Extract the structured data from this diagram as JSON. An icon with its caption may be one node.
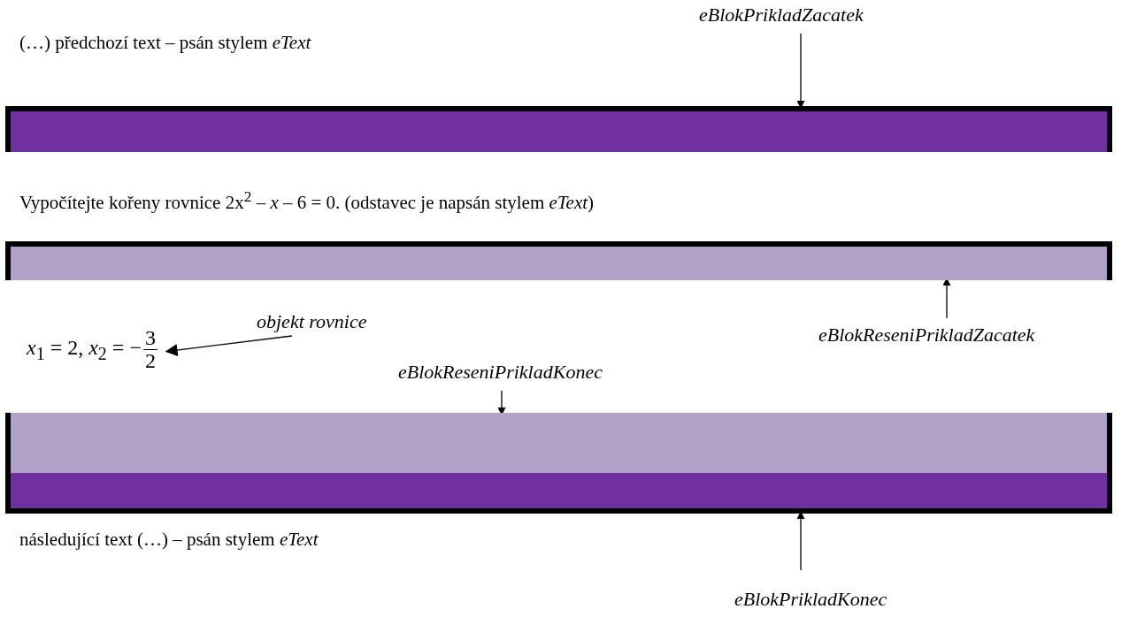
{
  "diagram": {
    "nodes": [
      {
        "text": [
          "eBlokPrikladZacatek"
        ]
      },
      {
        "text": [],
        "shape": "bar"
      },
      {
        "text": [],
        "shape": "bar"
      },
      {
        "text": [
          "eBlokReseniPrikladZacatek"
        ]
      },
      {
        "text": [
          "objekt rovnice"
        ]
      },
      {
        "text": [
          "*x*$_{1}$ = 2, *x*$_{2}$ = −",
          "3",
          "2"
        ]
      },
      {
        "text": [
          "eBlokReseniPrikladKonec"
        ]
      },
      {
        "text": [],
        "shape": "bar"
      },
      {
        "text": [],
        "shape": "bar"
      },
      {
        "text": [
          "eBlokPrikladKonec"
        ]
      }
    ],
    "edges": [
      {
        "from": 0,
        "to": 1,
        "arrow": "to"
      },
      {
        "from": 3,
        "to": 2,
        "arrow": "to"
      },
      {
        "from": 4,
        "to": 5,
        "arrow": "to"
      },
      {
        "from": 6,
        "to": 7,
        "arrow": "to"
      },
      {
        "from": 9,
        "to": 8,
        "arrow": "to"
      }
    ],
    "labels": [
      "(…) předchozí text – psán stylem *eText*",
      "Vypočítejte kořeny rovnice 2x$^{2}$ – *x* – 6 = 0. (odstavec je napsán stylem *eText*)",
      "následující text (…) – psán stylem *eText*"
    ]
  }
}
